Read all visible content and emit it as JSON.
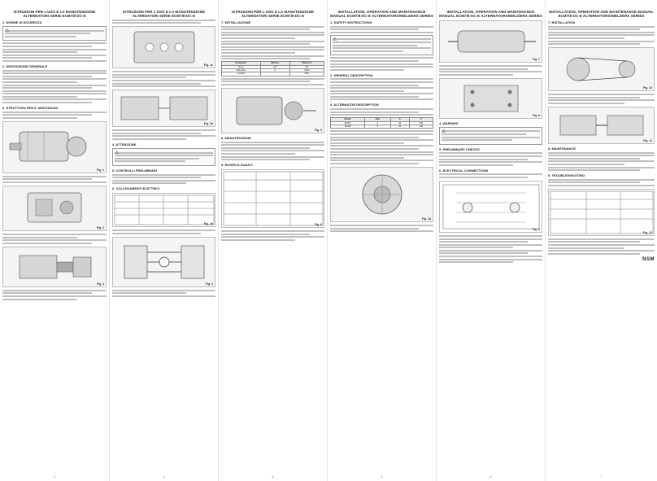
{
  "columns": [
    {
      "header": "ISTRUZIONI PER L'USO E LA MANUTENZIONE ALTERNATORI SERIE ECM7/8-DC-E",
      "sections": [
        "1. NORME DI SICUREZZA",
        "2. DESCRIZIONE GENERALE",
        "3. STRUTTURA PER IL MONTAGGIO"
      ],
      "figures": [
        "Fig. 1",
        "Fig. 2",
        "Fig. 3"
      ],
      "page": "2"
    },
    {
      "header": "ISTRUZIONI PER L'USO E LA MANUTENZIONE ALTERNATORI SERIE ECM7/8-DC-E",
      "sections": [
        "4. ATTENZIONE",
        "5. CONTROLLI PRELIMINARI",
        "6. COLLEGAMENTI ELETTRICI"
      ],
      "figures": [
        "Fig. 1c",
        "Fig. 2a",
        "Fig. 3a",
        "Fig. 4"
      ],
      "page": "3"
    },
    {
      "header": "ISTRUZIONI PER L'USO E LA MANUTENZIONE ALTERNATORI SERIE ECM7/8-DC-E",
      "sections": [
        "7. INSTALLAZIONE",
        "8. MANUTENZIONE",
        "9. RICERCA GUASTI"
      ],
      "figures": [
        "Fig. 5",
        "Fig. 6"
      ],
      "table_header": [
        "Parametro",
        "Minimo",
        "Massimo"
      ],
      "table_rows": [
        [
          "Temp.",
          "-10°",
          "40°"
        ],
        [
          "Altitudine",
          "0",
          "1000"
        ],
        [
          "Umidità",
          "",
          "95%"
        ]
      ],
      "page": "4"
    },
    {
      "header": "INSTALLATION, OPERATION AND MAINTENANCE MANUAL ECM7/8-DC-E ALTERNATORS/WELDERS SERIES",
      "sections": [
        "1. SAFETY INSTRUCTIONS",
        "2. GENERAL DESCRIPTION",
        "3. ALTERNATOR DESCRIPTION"
      ],
      "figures": [
        "Fig. 1b"
      ],
      "table_header": [
        "Model",
        "kVA",
        "A",
        "V"
      ],
      "table_rows": [
        [
          "ECM7",
          "6",
          "26",
          "230"
        ],
        [
          "ECM8",
          "8",
          "35",
          "230"
        ]
      ],
      "page": "5"
    },
    {
      "header": "INSTALLATION, OPERATION AND MAINTENANCE MANUAL ECM7/8-DC-E ALTERNATORS/WELDERS SERIES",
      "sections": [
        "4. WARNING",
        "5. PRELIMINARY CHECKS",
        "6. ELECTRICAL CONNECTIONS"
      ],
      "figures": [
        "Fig. 7",
        "Fig. 8",
        "Fig. 9"
      ],
      "page": "6"
    },
    {
      "header": "INSTALLATION, OPERATION AND MAINTENANCE MANUAL ECM7/8-DC-E ALTERNATORS/WELDERS SERIES",
      "sections": [
        "7. INSTALLATION",
        "8. MAINTENANCE",
        "9. TROUBLESHOOTING"
      ],
      "figures": [
        "Fig. 10",
        "Fig. 11",
        "Fig. 12"
      ],
      "page": "7"
    }
  ],
  "logo_text": "NSM",
  "accent_color": "#222222"
}
